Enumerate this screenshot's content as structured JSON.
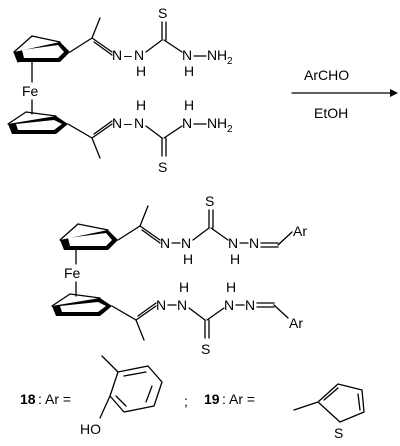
{
  "reagents": {
    "above_arrow": "ArCHO",
    "below_arrow": "EtOH"
  },
  "reactant": {
    "metal": "Fe",
    "atoms": {
      "N": "N",
      "H": "H",
      "NH2_N": "N",
      "NH2_H": "H",
      "NH2_sub": "2",
      "S": "S",
      "top_dash": "–"
    }
  },
  "product": {
    "metal": "Fe",
    "atoms": {
      "N": "N",
      "H": "H",
      "S": "S",
      "Ar": "Ar"
    }
  },
  "compounds": [
    {
      "number": "18",
      "label_suffix": ": Ar =",
      "substituent_atom": "HO"
    },
    {
      "number": "19",
      "label_suffix": ": Ar =",
      "substituent_atom": "S"
    }
  ],
  "separator": ";"
}
